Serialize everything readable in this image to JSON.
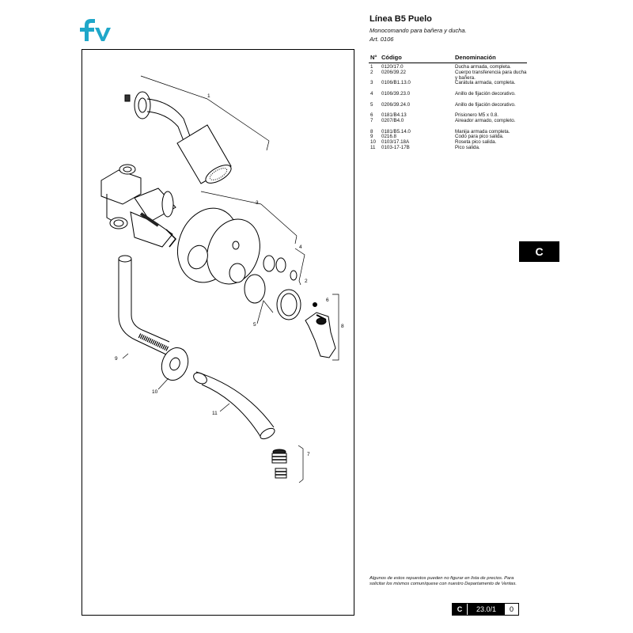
{
  "header": {
    "brand": "fv",
    "title": "Línea B5 Puelo",
    "subtitle": "Monocomando para bañera y ducha.",
    "article": "Art. 0106"
  },
  "drawing": {
    "callouts": [
      "1",
      "2",
      "3",
      "4",
      "5",
      "6",
      "7",
      "8",
      "9",
      "10",
      "11"
    ]
  },
  "parts_table": {
    "headers": {
      "no": "N°",
      "code": "Código",
      "name": "Denominación"
    },
    "rows": [
      {
        "no": "1",
        "code": "0120/17.0",
        "name": "Ducha armada, completa.",
        "lines": 1
      },
      {
        "no": "2",
        "code": "0206/39.22",
        "name": "Cuerpo transferencia para ducha y bañera.",
        "lines": 2
      },
      {
        "no": "3",
        "code": "0106/B1.13.0",
        "name": "Carátula armada, completa.",
        "lines": 2
      },
      {
        "no": "4",
        "code": "0106/39.23.0",
        "name": "Anillo de fijación decorativo.",
        "lines": 2
      },
      {
        "no": "5",
        "code": "0206/39.24.0",
        "name": "Anillo de fijación decorativo.",
        "lines": 2
      },
      {
        "no": "6",
        "code": "0181/B4.13",
        "name": "Prisionero M5 x 0.8.",
        "lines": 1
      },
      {
        "no": "7",
        "code": "0207/B4.0",
        "name": "Aireador armado, completo.",
        "lines": 2
      },
      {
        "no": "8",
        "code": "0181/B5.14.0",
        "name": "Manija armada completa.",
        "lines": 1
      },
      {
        "no": "9",
        "code": "0216.8",
        "name": "Codo para pico salida.",
        "lines": 1
      },
      {
        "no": "10",
        "code": "0103/17.18A",
        "name": "Roseta pico salida.",
        "lines": 1
      },
      {
        "no": "11",
        "code": "0103-17-17B",
        "name": "Pico salida.",
        "lines": 1
      }
    ]
  },
  "side_tab": "C",
  "note": "Algunos de estos repuestos pueden no figurar en lista de precios. Para solicitar los mismos comuníquese con nuestro Departamento de Ventas.",
  "footer": {
    "section": "C",
    "page": "23.0/1",
    "revision": "0"
  },
  "colors": {
    "brand": "#1fa7c9",
    "ink": "#000000"
  }
}
